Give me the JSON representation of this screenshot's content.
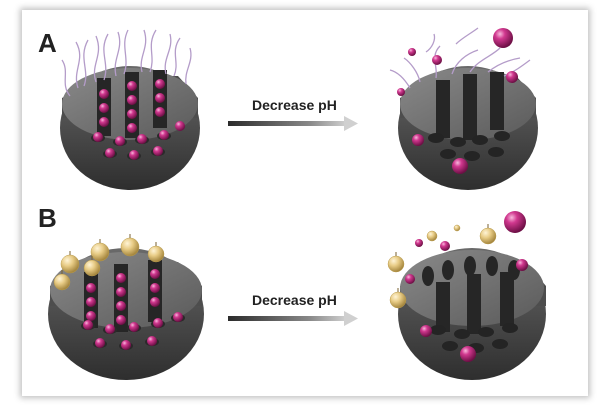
{
  "panels": [
    {
      "label": "A",
      "arrow_text": "Decrease pH"
    },
    {
      "label": "B",
      "arrow_text": "Decrease pH"
    }
  ],
  "colors": {
    "particle": "#d1388f",
    "particle_highlight": "#f5a6d3",
    "cargo_cap": "#e8cc86",
    "cargo_cap_dark": "#b99b4c",
    "polymer_strand": "#b49cc9",
    "support_body": "#555555",
    "support_top": "#727272",
    "arrow_dark": "#2b2b2b",
    "arrow_light": "#c8c8c8"
  }
}
